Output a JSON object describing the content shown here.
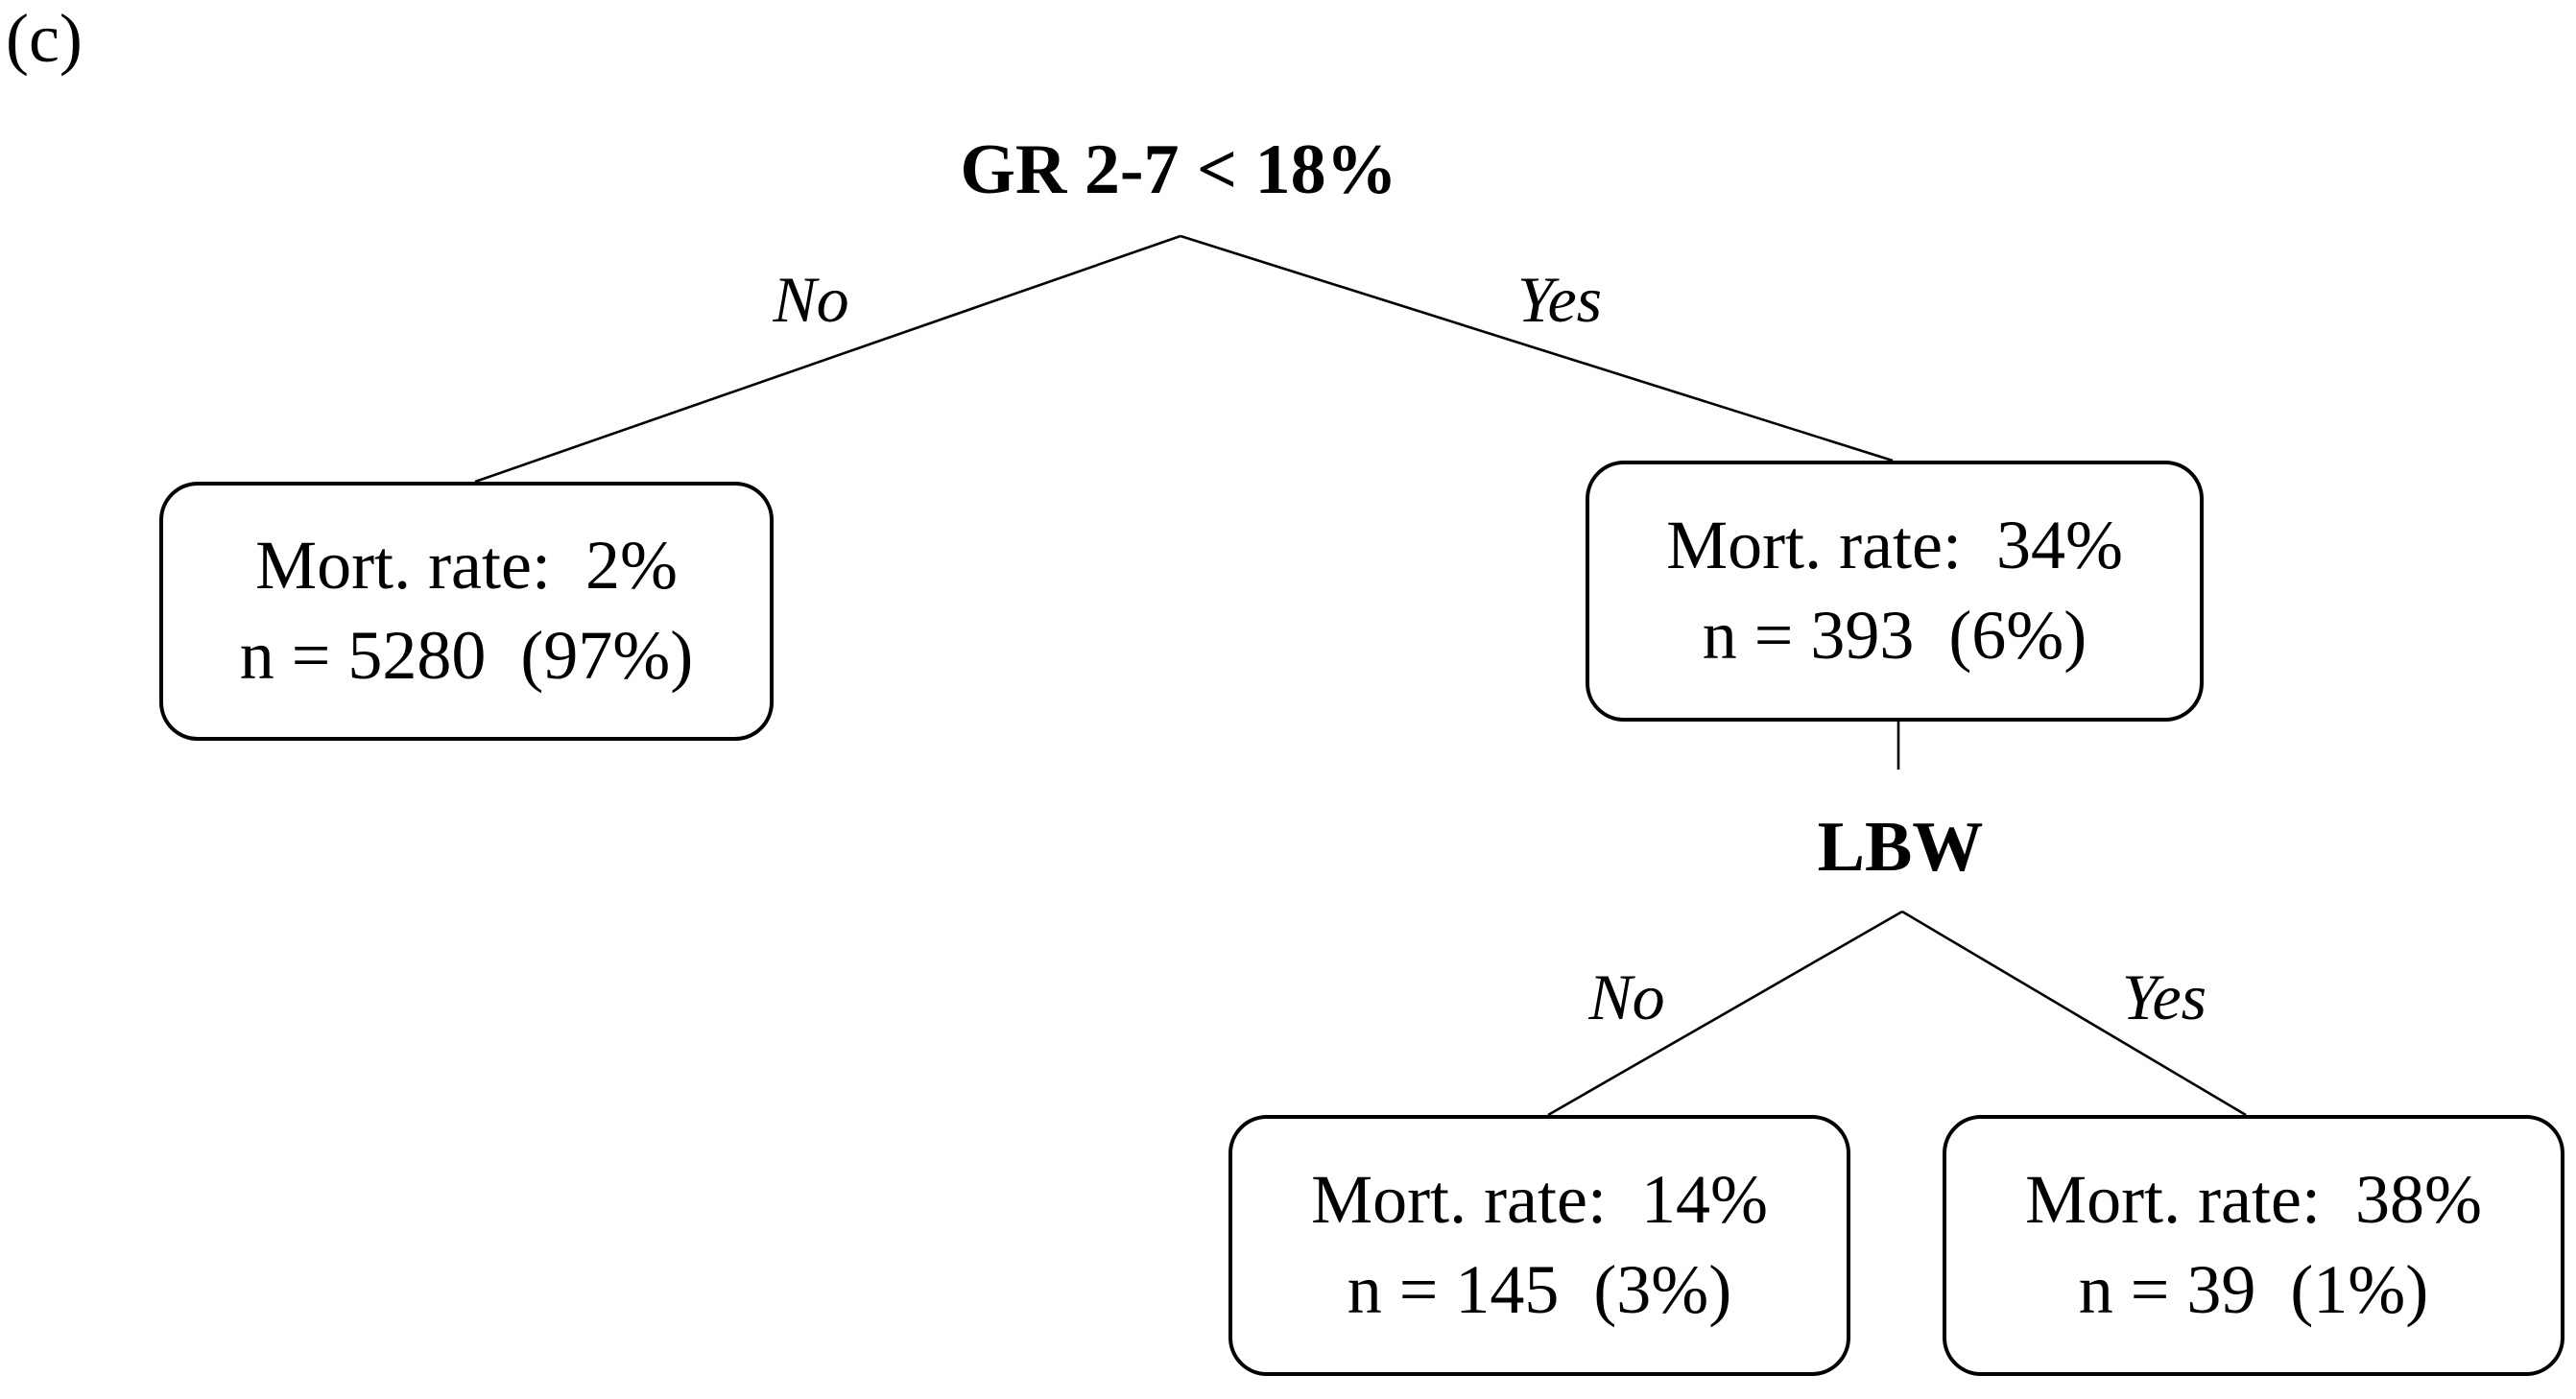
{
  "panel_label": "(c)",
  "root": {
    "split_label": "GR 2-7 < 18%",
    "no_label": "No",
    "yes_label": "Yes"
  },
  "leaf_no": {
    "mort": "Mort. rate:  2%",
    "n": "n = 5280  (97%)"
  },
  "node_yes": {
    "mort": "Mort. rate:  34%",
    "n": "n = 393  (6%)"
  },
  "second_split": {
    "split_label": "LBW",
    "no_label": "No",
    "yes_label": "Yes"
  },
  "leaf_lbw_no": {
    "mort": "Mort. rate:  14%",
    "n": "n = 145  (3%)"
  },
  "leaf_lbw_yes": {
    "mort": "Mort. rate:  38%",
    "n": "n = 39  (1%)"
  }
}
